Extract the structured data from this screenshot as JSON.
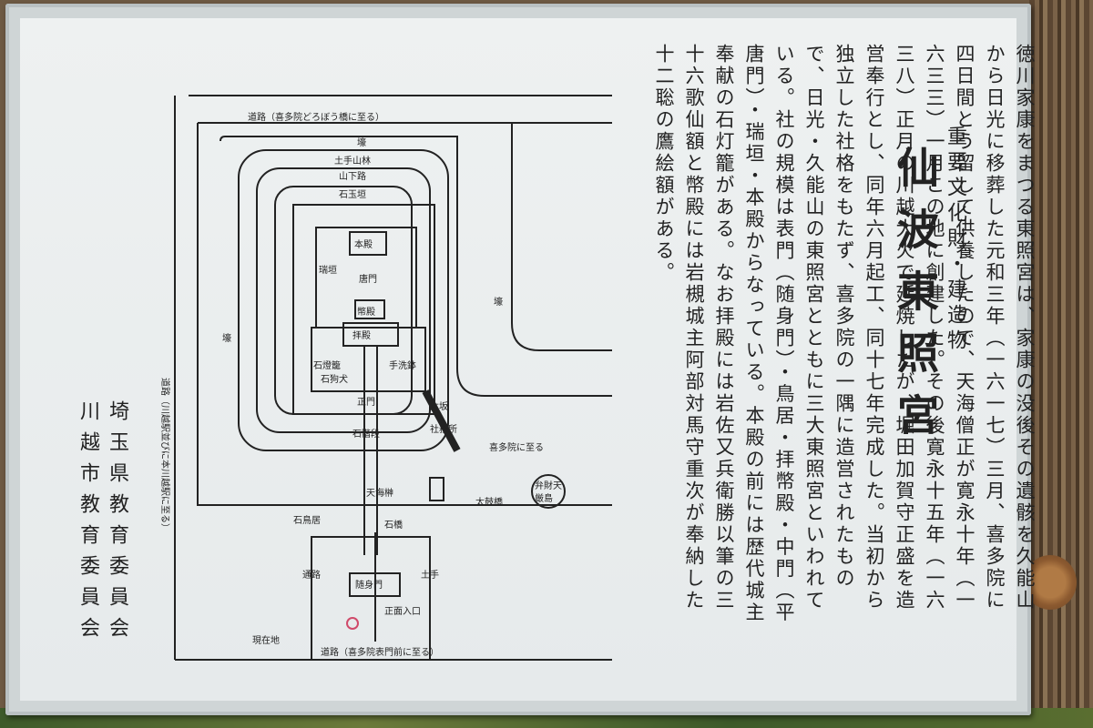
{
  "sign": {
    "subtitle": "重要文化財・建造物",
    "title": "仙波東照宮",
    "body": [
      "徳川家康をまつる東照宮は、家康の没後その遺骸を久能山から日光に移葬した元和三年（一六一七）三月、喜多院に四日間とう留して供養したので、天海僧正が寛永十年（一六三三）一月この地に創建した。その後寛永十五年（一六三八）正月の川越大火で延焼したが、堀田加賀守正盛を造営奉行とし、同年六月起工、同十七年完成した。当初から独立した社格をもたず、喜多院の一隅に造営されたもので、日光・久能山の東照宮とともに三大東照宮といわれている。社の規模は表門（随身門）・鳥居・拝幣殿・中門（平唐門）・瑞垣・本殿からなっている。本殿の前には歴代城主奉献の石灯籠がある。なお拝殿には岩佐又兵衛勝以筆の三十六歌仙額と幣殿には岩槻城主阿部対馬守重次が奉納した十二聡の鷹絵額がある。"
    ],
    "issuer_1": "埼玉県教育委員会",
    "issuer_2": "川越市教育委員会"
  },
  "map": {
    "road_top": "道路（喜多院どろぼう橋に至る）",
    "road_bottom": "道路（喜多院表門前に至る）",
    "road_left": "道路（川越駅並びに本川越駅に至る）",
    "to_kitain": "喜多院に至る",
    "moat": "壕",
    "dote_yamabayashi": "土手山林",
    "yama_shitamichi": "山下路",
    "ishi_tamagaki": "石玉垣",
    "mizugaki": "瑞垣",
    "honden": "本殿",
    "karamon": "唐門",
    "heiden": "幣殿",
    "haiden": "拝殿",
    "ishi_toro": "石燈籠",
    "ishi_komainu": "石狗犬",
    "tearai": "手洗鉢",
    "shomon": "正門",
    "ishi_kaidan": "石階段",
    "onnazaka": "女坂",
    "tenkai_sakaki": "天海榊",
    "shamusho": "社務所",
    "ishi_torii": "石鳥居",
    "ishibashi": "石橋",
    "taikobashi": "太鼓橋",
    "benzaiten": "弁財天",
    "itsukushima": "厳島",
    "zuishinmon": "随身門",
    "shomen_iriguchi": "正面入口",
    "tsuro": "通路",
    "dote": "土手",
    "genzaichi": "現在地"
  }
}
